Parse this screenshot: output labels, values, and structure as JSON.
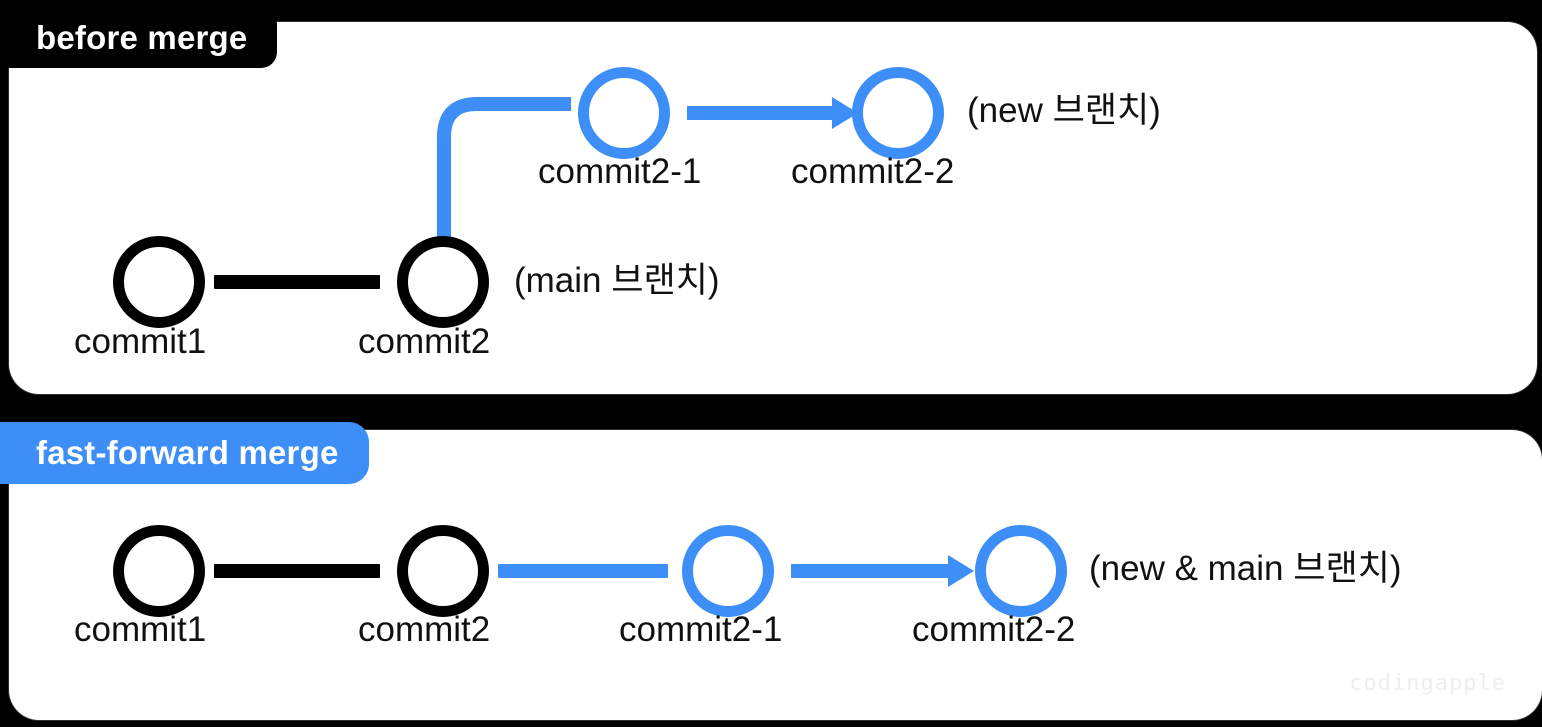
{
  "meta": {
    "watermark": "codingapple",
    "colors": {
      "accent_blue": "#3d8ef7",
      "black": "#000000",
      "card_bg": "#ffffff",
      "page_bg": "#000000",
      "watermark_gray": "#eeeeee"
    }
  },
  "sections": [
    {
      "id": "before-merge",
      "badge_label": "before merge",
      "badge_style": "black",
      "nodes": [
        {
          "id": "commit1",
          "label": "commit1",
          "color": "black"
        },
        {
          "id": "commit2",
          "label": "commit2",
          "color": "black"
        },
        {
          "id": "commit2-1",
          "label": "commit2-1",
          "color": "blue"
        },
        {
          "id": "commit2-2",
          "label": "commit2-2",
          "color": "blue"
        }
      ],
      "branch_labels": [
        {
          "id": "new-branch",
          "text": "(new 브랜치)"
        },
        {
          "id": "main-branch",
          "text": "(main 브랜치)"
        }
      ]
    },
    {
      "id": "fast-forward-merge",
      "badge_label": "fast-forward merge",
      "badge_style": "blue",
      "nodes": [
        {
          "id": "commit1",
          "label": "commit1",
          "color": "black"
        },
        {
          "id": "commit2",
          "label": "commit2",
          "color": "black"
        },
        {
          "id": "commit2-1",
          "label": "commit2-1",
          "color": "blue"
        },
        {
          "id": "commit2-2",
          "label": "commit2-2",
          "color": "blue"
        }
      ],
      "branch_labels": [
        {
          "id": "new-and-main-branch",
          "text": "(new & main 브랜치)"
        }
      ]
    }
  ]
}
